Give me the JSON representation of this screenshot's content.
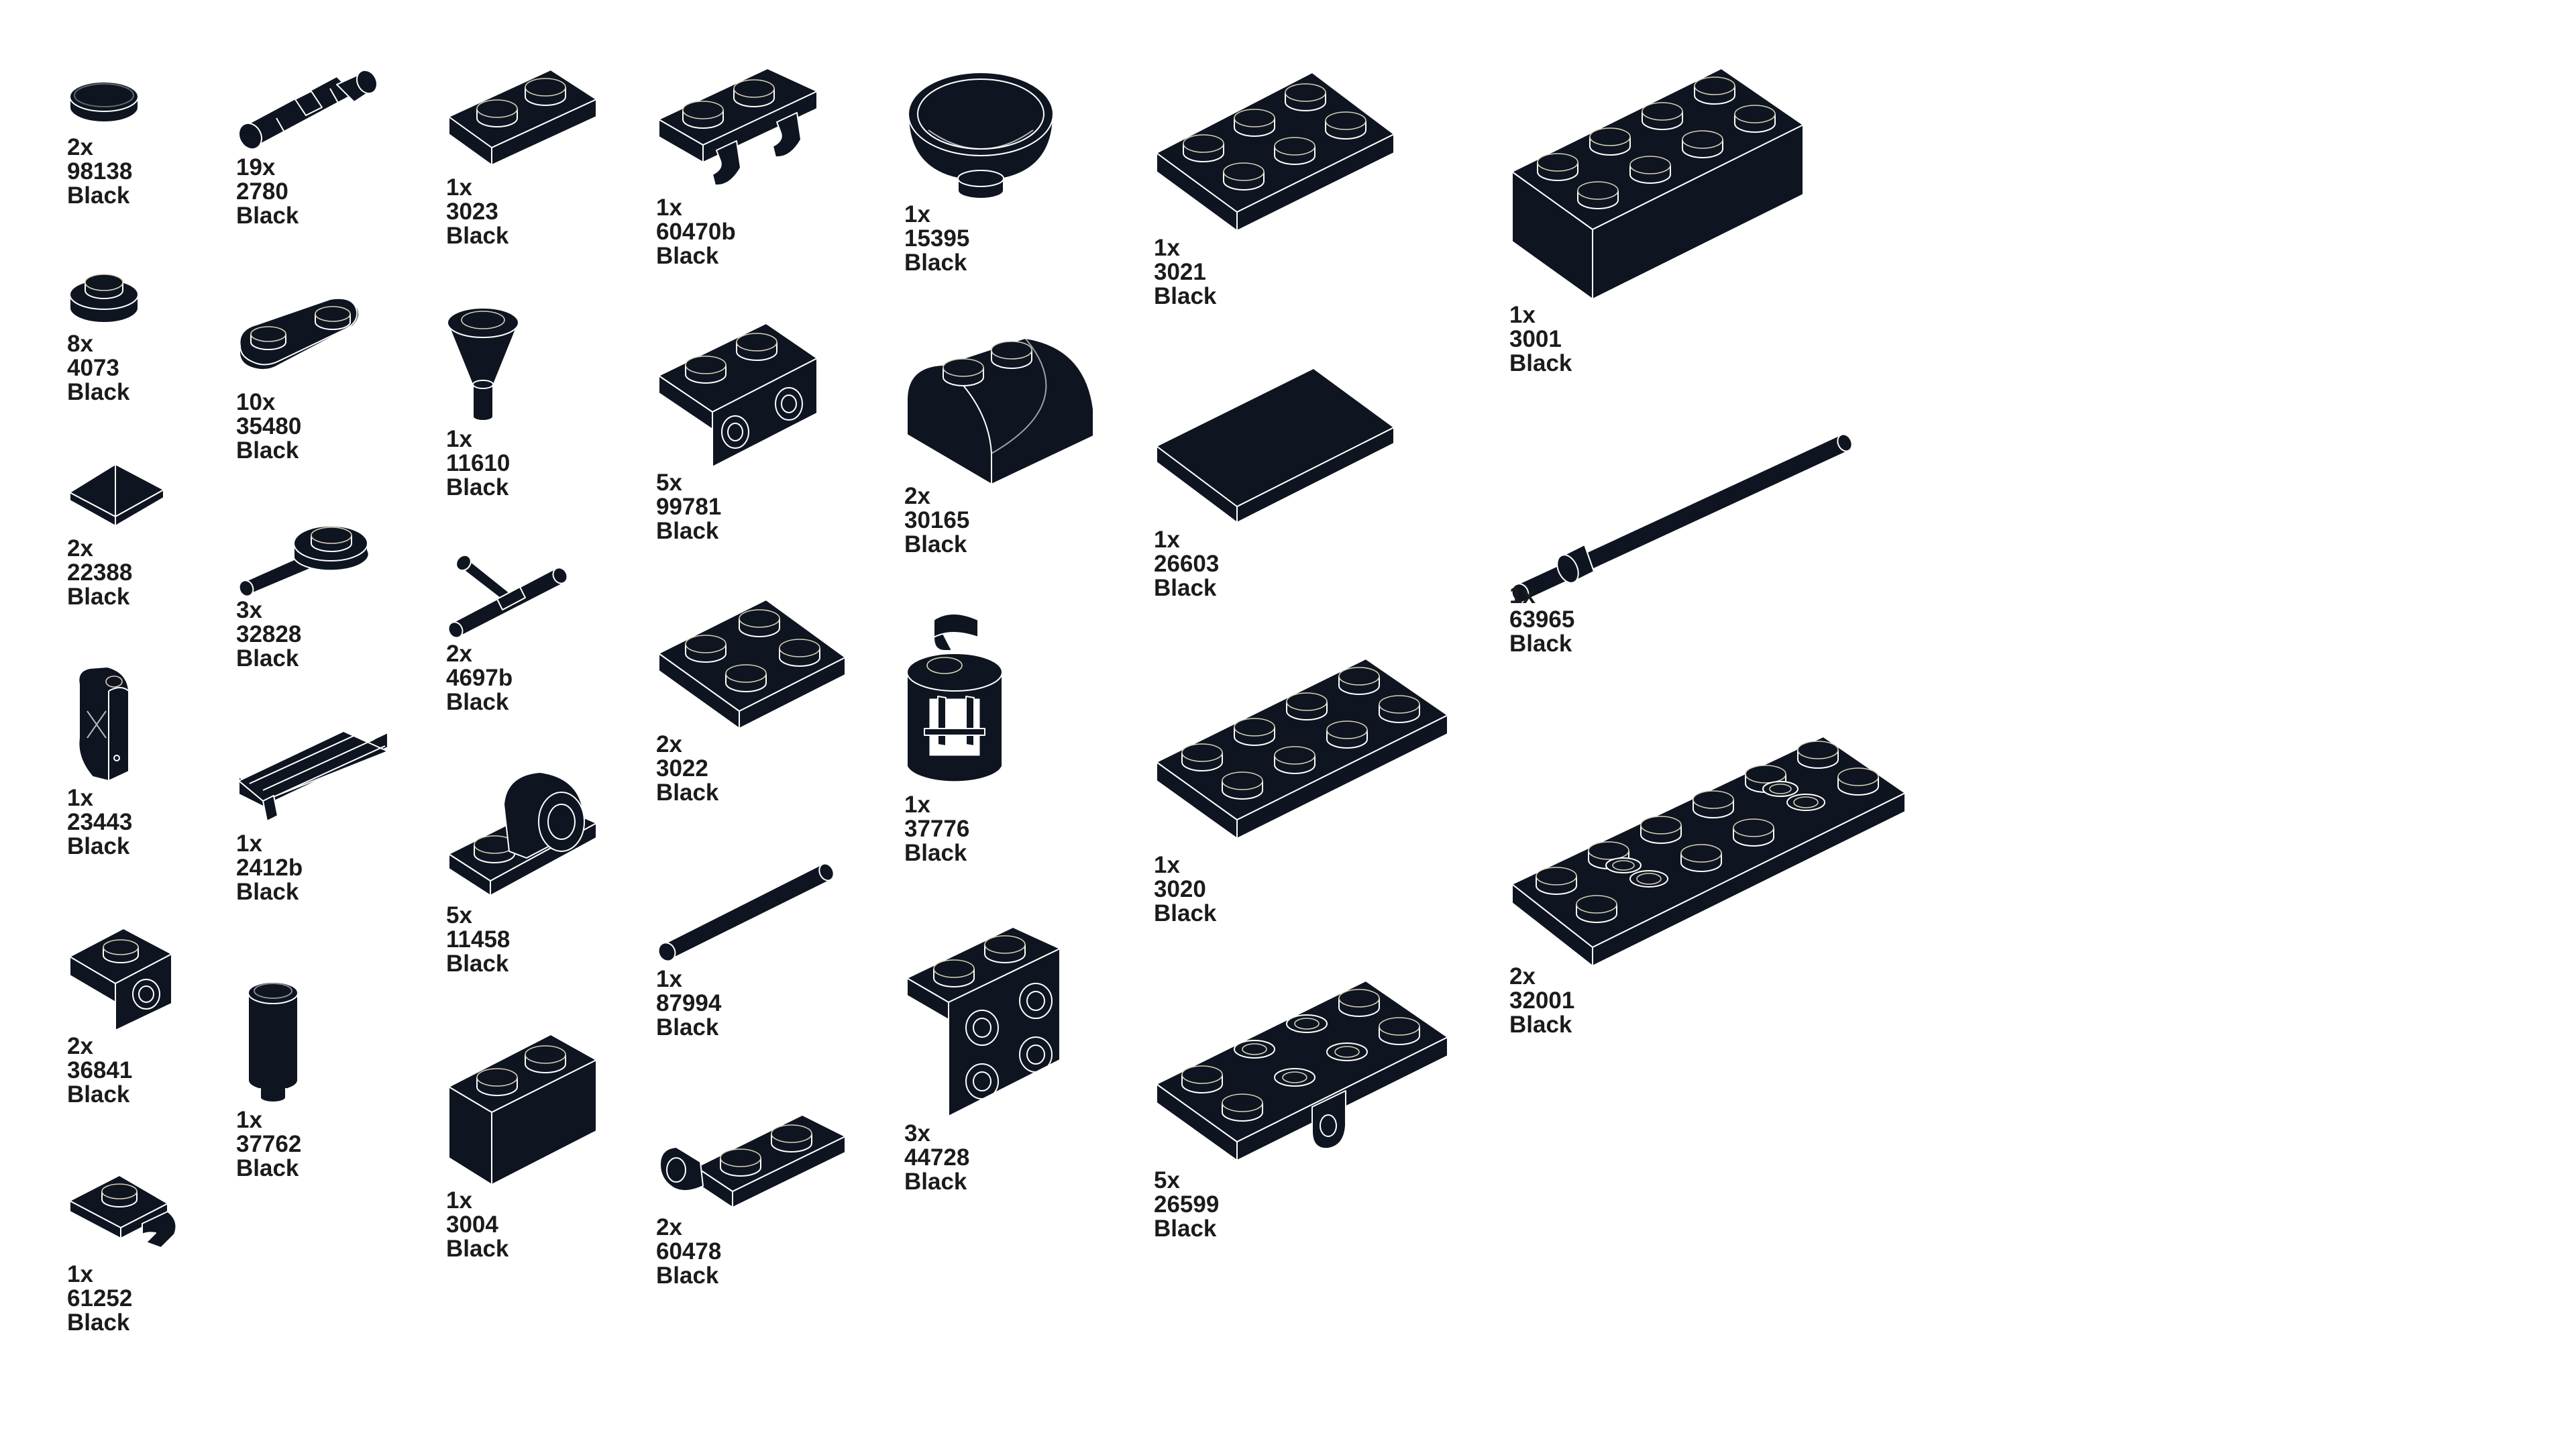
{
  "sheet": {
    "background": "#ffffff",
    "brick_color": "#0e1520",
    "outline_color": "#ffffff"
  },
  "parts": [
    {
      "qty": "2x",
      "id": "98138",
      "color": "Black",
      "icon": "round-tile-1x1-icon"
    },
    {
      "qty": "8x",
      "id": "4073",
      "color": "Black",
      "icon": "round-plate-1x1-icon"
    },
    {
      "qty": "2x",
      "id": "22388",
      "color": "Black",
      "icon": "slope-pyramid-icon"
    },
    {
      "qty": "1x",
      "id": "23443",
      "color": "Black",
      "icon": "bar-holder-clip-icon"
    },
    {
      "qty": "2x",
      "id": "36841",
      "color": "Black",
      "icon": "bracket-1x1-pin-hole-icon"
    },
    {
      "qty": "1x",
      "id": "61252",
      "color": "Black",
      "icon": "plate-1x1-clip-icon"
    },
    {
      "qty": "19x",
      "id": "2780",
      "color": "Black",
      "icon": "technic-pin-friction-icon"
    },
    {
      "qty": "10x",
      "id": "35480",
      "color": "Black",
      "icon": "plate-1x2-rounded-icon"
    },
    {
      "qty": "3x",
      "id": "32828",
      "color": "Black",
      "icon": "plate-round-with-bar-icon"
    },
    {
      "qty": "1x",
      "id": "2412b",
      "color": "Black",
      "icon": "tile-grille-1x2-icon"
    },
    {
      "qty": "1x",
      "id": "37762",
      "color": "Black",
      "icon": "brick-round-1x1-long-icon"
    },
    {
      "qty": "1x",
      "id": "3023",
      "color": "Black",
      "icon": "plate-1x2-icon"
    },
    {
      "qty": "1x",
      "id": "11610",
      "color": "Black",
      "icon": "cone-with-bar-icon"
    },
    {
      "qty": "2x",
      "id": "4697b",
      "color": "Black",
      "icon": "technic-pneumatic-t-icon"
    },
    {
      "qty": "5x",
      "id": "11458",
      "color": "Black",
      "icon": "plate-1x2-pin-hole-icon"
    },
    {
      "qty": "1x",
      "id": "3004",
      "color": "Black",
      "icon": "brick-1x2-icon"
    },
    {
      "qty": "1x",
      "id": "60470b",
      "color": "Black",
      "icon": "plate-1x2-two-clips-icon"
    },
    {
      "qty": "5x",
      "id": "99781",
      "color": "Black",
      "icon": "bracket-1x2-icon"
    },
    {
      "qty": "2x",
      "id": "3022",
      "color": "Black",
      "icon": "plate-2x2-icon"
    },
    {
      "qty": "1x",
      "id": "87994",
      "color": "Black",
      "icon": "bar-3l-icon"
    },
    {
      "qty": "2x",
      "id": "60478",
      "color": "Black",
      "icon": "plate-1x2-handle-end-icon"
    },
    {
      "qty": "1x",
      "id": "15395",
      "color": "Black",
      "icon": "dish-round-2x2-icon"
    },
    {
      "qty": "2x",
      "id": "30165",
      "color": "Black",
      "icon": "brick-curved-2x2-icon"
    },
    {
      "qty": "1x",
      "id": "37776",
      "color": "Black",
      "icon": "lantern-cage-icon"
    },
    {
      "qty": "3x",
      "id": "44728",
      "color": "Black",
      "icon": "bracket-2x2-icon"
    },
    {
      "qty": "1x",
      "id": "3021",
      "color": "Black",
      "icon": "plate-2x3-icon"
    },
    {
      "qty": "1x",
      "id": "26603",
      "color": "Black",
      "icon": "tile-2x3-icon"
    },
    {
      "qty": "1x",
      "id": "3020",
      "color": "Black",
      "icon": "plate-2x4-icon"
    },
    {
      "qty": "5x",
      "id": "26599",
      "color": "Black",
      "icon": "plate-2x4-pin-holes-icon"
    },
    {
      "qty": "1x",
      "id": "3001",
      "color": "Black",
      "icon": "brick-2x4-icon"
    },
    {
      "qty": "1x",
      "id": "63965",
      "color": "Black",
      "icon": "bar-6l-with-stop-icon"
    },
    {
      "qty": "2x",
      "id": "32001",
      "color": "Black",
      "icon": "plate-2x6-holes-icon"
    }
  ]
}
